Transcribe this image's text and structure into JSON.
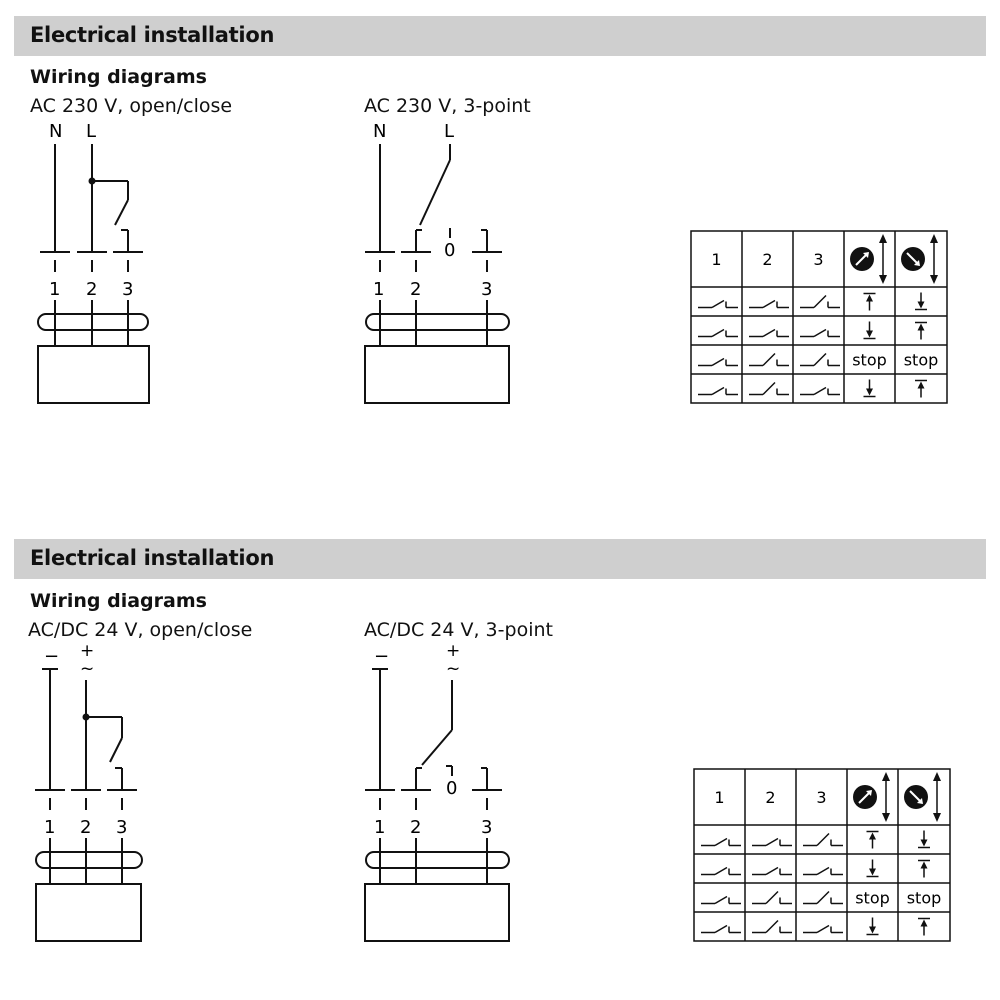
{
  "sections": [
    {
      "header": "Electrical installation",
      "subtitle": "Wiring diagrams",
      "left": {
        "label": "AC 230 V, open/close",
        "top_left": "N",
        "top_right": "L",
        "terminals": [
          "1",
          "2",
          "3"
        ]
      },
      "right": {
        "label": "AC 230 V, 3-point",
        "top_left": "N",
        "top_right": "L",
        "mid": "0",
        "terminals": [
          "1",
          "2",
          "3"
        ]
      },
      "table": {
        "headers": [
          "1",
          "2",
          "3"
        ],
        "icons": [
          "rotation-clockwise-icon",
          "rotation-counterclockwise-icon"
        ],
        "rows": [
          {
            "contacts": [
              "open",
              "open",
              "closed"
            ],
            "cw": "up",
            "ccw": "down"
          },
          {
            "contacts": [
              "open",
              "open",
              "open"
            ],
            "cw": "down",
            "ccw": "up"
          },
          {
            "contacts": [
              "open",
              "closed",
              "closed"
            ],
            "cw": "stop",
            "ccw": "stop"
          },
          {
            "contacts": [
              "open",
              "closed",
              "open"
            ],
            "cw": "down",
            "ccw": "up"
          }
        ],
        "stop_label": "stop"
      }
    },
    {
      "header": "Electrical installation",
      "subtitle": "Wiring diagrams",
      "left": {
        "label": "AC/DC 24 V, open/close",
        "top_left": "−",
        "top_right": "+",
        "top_right_sub": "~",
        "terminals": [
          "1",
          "2",
          "3"
        ]
      },
      "right": {
        "label": "AC/DC 24 V, 3-point",
        "top_left": "−",
        "top_right": "+",
        "top_right_sub": "~",
        "mid": "0",
        "terminals": [
          "1",
          "2",
          "3"
        ]
      },
      "table": {
        "headers": [
          "1",
          "2",
          "3"
        ],
        "icons": [
          "rotation-clockwise-icon",
          "rotation-counterclockwise-icon"
        ],
        "rows": [
          {
            "contacts": [
              "open",
              "open",
              "closed"
            ],
            "cw": "up",
            "ccw": "down"
          },
          {
            "contacts": [
              "open",
              "open",
              "open"
            ],
            "cw": "down",
            "ccw": "up"
          },
          {
            "contacts": [
              "open",
              "closed",
              "closed"
            ],
            "cw": "stop",
            "ccw": "stop"
          },
          {
            "contacts": [
              "open",
              "closed",
              "open"
            ],
            "cw": "down",
            "ccw": "up"
          }
        ],
        "stop_label": "stop"
      }
    }
  ]
}
